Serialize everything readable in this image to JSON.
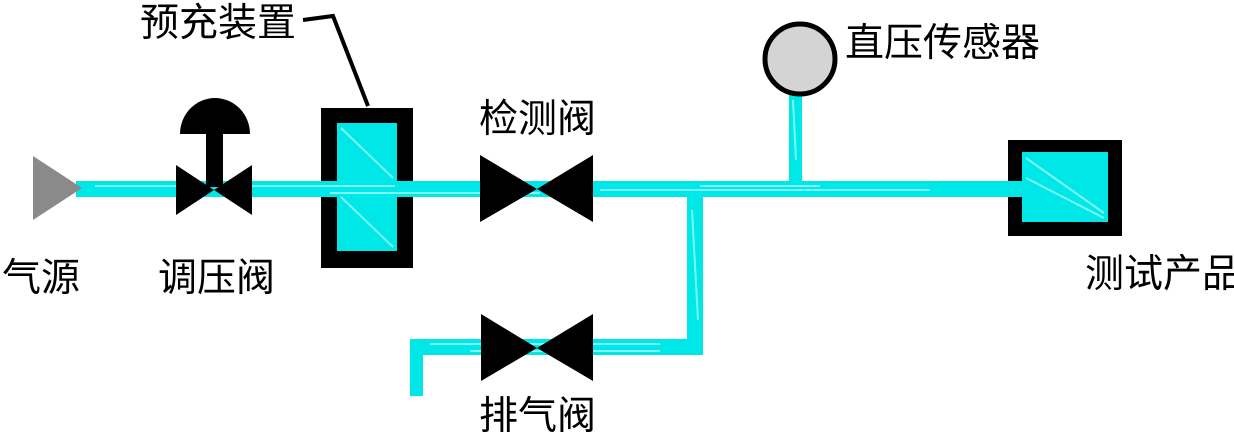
{
  "diagram": {
    "type": "pneumatic-leak-test-schematic",
    "background": "#ffffff",
    "colors": {
      "pipe": "#00e7e7",
      "pipe_highlight": "#8df7f7",
      "component_black": "#000000",
      "vessel_fill": "#00e7e7",
      "source_gray": "#8a8a8a",
      "sensor_fill": "#d4d4d4",
      "label_color": "#000000"
    },
    "labels": {
      "gas_source": "气源",
      "regulator_valve": "调压阀",
      "precharge_device": "预充装置",
      "detection_valve": "检测阀",
      "pressure_sensor": "直压传感器",
      "exhaust_valve": "排气阀",
      "test_product": "测试产品"
    }
  }
}
